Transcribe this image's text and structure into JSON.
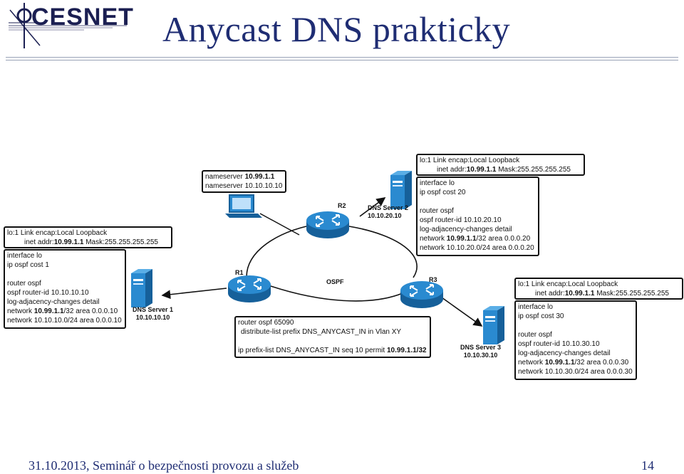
{
  "header": {
    "logo_text": "CESNET",
    "title": "Anycast DNS prakticky"
  },
  "diagram": {
    "protocol_label": "OSPF",
    "routers": [
      {
        "id": "R1",
        "label": "R1"
      },
      {
        "id": "R2",
        "label": "R2"
      },
      {
        "id": "R3",
        "label": "R3"
      }
    ],
    "servers": {
      "s1": {
        "name": "DNS Server 1",
        "ip": "10.10.10.10"
      },
      "s2": {
        "name": "DNS Server 2",
        "ip": "10.10.20.10"
      },
      "s3": {
        "name": "DNS Server 3",
        "ip": "10.10.30.10"
      }
    },
    "client_config": {
      "ns1_prefix": "nameserver ",
      "ns1_ip": "10.99.1.1",
      "ns2": "nameserver 10.10.10.10"
    },
    "r1_config": {
      "line1": "router ospf 65090",
      "line2": "distribute-list prefix DNS_ANYCAST_IN in Vlan XY",
      "line3_prefix": "ip prefix-list DNS_ANYCAST_IN seq 10 permit ",
      "line3_ip": "10.99.1.1/32"
    },
    "s1_cfg": {
      "lo_head": "lo:1     Link encap:Local Loopback",
      "lo_inet_prefix": "inet addr:",
      "lo_inet_ip": "10.99.1.1",
      "lo_mask": "  Mask:255.255.255.255",
      "if1": "interface lo",
      "if2": "ip ospf cost 1",
      "rt1": "router ospf",
      "rt2": "ospf router-id 10.10.10.10",
      "rt3": "log-adjacency-changes detail",
      "rt4_prefix": "network ",
      "rt4_ip": "10.99.1.1",
      "rt4_suffix": "/32 area 0.0.0.10",
      "rt5": "network 10.10.10.0/24 area 0.0.0.10"
    },
    "s2_cfg": {
      "lo_head": "lo:1     Link encap:Local Loopback",
      "lo_inet_prefix": "inet addr:",
      "lo_inet_ip": "10.99.1.1",
      "lo_mask": "  Mask:255.255.255.255",
      "if1": "interface lo",
      "if2": "ip ospf cost 20",
      "rt1": "router ospf",
      "rt2": "ospf router-id 10.10.20.10",
      "rt3": "log-adjacency-changes detail",
      "rt4_prefix": "network ",
      "rt4_ip": "10.99.1.1",
      "rt4_suffix": "/32 area 0.0.0.20",
      "rt5": "network 10.10.20.0/24 area 0.0.0.20"
    },
    "s3_cfg": {
      "lo_head": "lo:1     Link encap:Local Loopback",
      "lo_inet_prefix": "inet addr:",
      "lo_inet_ip": "10.99.1.1",
      "lo_mask": "  Mask:255.255.255.255",
      "if1": "interface lo",
      "if2": "ip ospf cost 30",
      "rt1": "router ospf",
      "rt2": "ospf router-id 10.10.30.10",
      "rt3": "log-adjacency-changes detail",
      "rt4_prefix": "network ",
      "rt4_ip": "10.99.1.1",
      "rt4_suffix": "/32 area 0.0.0.30",
      "rt5": "network 10.10.30.0/24 area 0.0.0.30"
    }
  },
  "footer": {
    "left": "31.10.2013, Seminář o bezpečnosti provozu a služeb",
    "page": "14"
  },
  "colors": {
    "title": "#1f2d73",
    "router": "#1f7bbf",
    "server": "#1f7bbf"
  }
}
